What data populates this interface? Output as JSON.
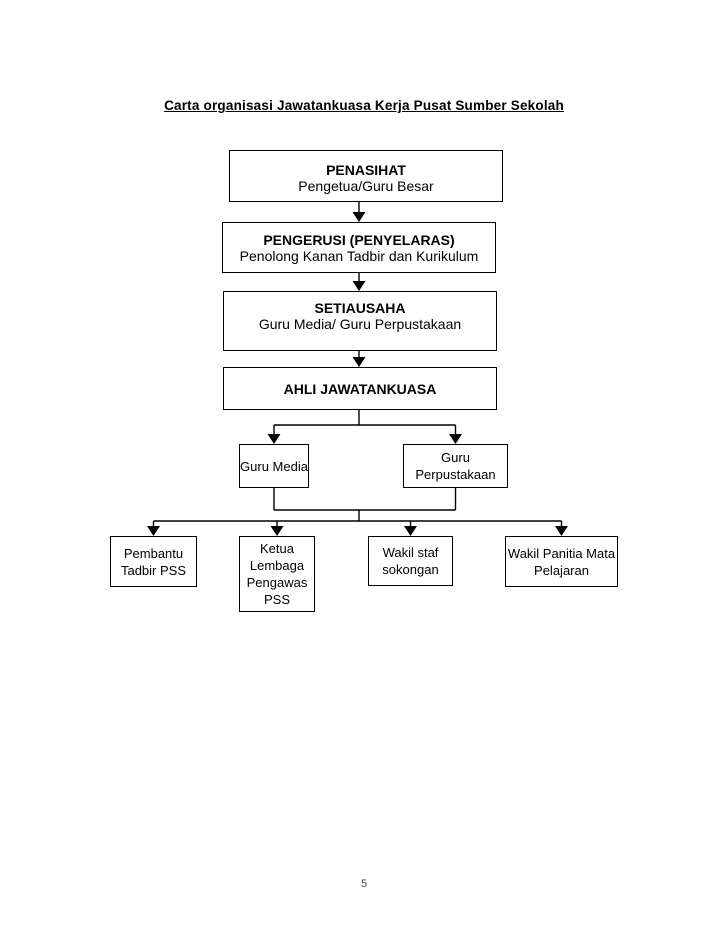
{
  "document": {
    "title": "Carta organisasi Jawatankuasa Kerja Pusat Sumber Sekolah",
    "page_number": "5"
  },
  "colors": {
    "ink": "#000000",
    "background": "#ffffff"
  },
  "org_chart": {
    "type": "org-hierarchy",
    "nodes": {
      "penasihat": {
        "role": "PENASIHAT",
        "person": "Pengetua/Guru Besar"
      },
      "pengerusi": {
        "role": "PENGERUSI (PENYELARAS)",
        "person": "Penolong Kanan Tadbir dan Kurikulum"
      },
      "setiausaha": {
        "role": "SETIAUSAHA",
        "person": "Guru Media/ Guru Perpustakaan"
      },
      "ahli_jawatankuasa": {
        "role": "AHLI JAWATANKUASA"
      },
      "guru_media": {
        "label": "Guru Media"
      },
      "guru_perpustakaan": {
        "label": "Guru Perpustakaan"
      },
      "pembantu_tadbir_pss": {
        "label": "Pembantu Tadbir PSS"
      },
      "ketua_lembaga_pengawas_pss": {
        "label": "Ketua Lembaga Pengawas PSS"
      },
      "wakil_staf_sokongan": {
        "label": "Wakil staf sokongan"
      },
      "wakil_panitia_mata_pelajaran": {
        "label": "Wakil Panitia Mata Pelajaran"
      }
    },
    "edges": [
      {
        "from": "penasihat",
        "to": "pengerusi"
      },
      {
        "from": "pengerusi",
        "to": "setiausaha"
      },
      {
        "from": "setiausaha",
        "to": "ahli_jawatankuasa"
      },
      {
        "from": "ahli_jawatankuasa",
        "to": "guru_media"
      },
      {
        "from": "ahli_jawatankuasa",
        "to": "guru_perpustakaan"
      },
      {
        "from": "guru_media + guru_perpustakaan",
        "to": "pembantu_tadbir_pss"
      },
      {
        "from": "guru_media + guru_perpustakaan",
        "to": "ketua_lembaga_pengawas_pss"
      },
      {
        "from": "guru_media + guru_perpustakaan",
        "to": "wakil_staf_sokongan"
      },
      {
        "from": "guru_media + guru_perpustakaan",
        "to": "wakil_panitia_mata_pelajaran"
      }
    ]
  }
}
